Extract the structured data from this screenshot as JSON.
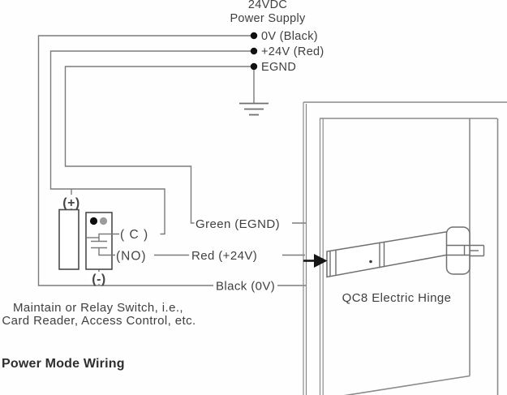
{
  "diagram": {
    "title": "Power Mode Wiring",
    "power_supply": {
      "title_line1": "24VDC",
      "title_line2": "Power Supply",
      "terminals": [
        "0V (Black)",
        "+24V (Red)",
        "EGND"
      ]
    },
    "switch": {
      "plus_label": "(+)",
      "minus_label": "(-)",
      "common_label": "( C )",
      "normally_open_label": "(NO)",
      "caption_line1": "Maintain or Relay Switch, i.e.,",
      "caption_line2": "Card Reader, Access Control, etc."
    },
    "wires": {
      "green_label": "Green (EGND)",
      "red_label": "Red (+24V)",
      "black_label": "Black (0V)"
    },
    "door": {
      "hinge_label": "QC8 Electric Hinge"
    },
    "colors": {
      "wire_line": "#7b7b7b",
      "text": "#3f3f3f",
      "indicator_black_dot": "#0e0e0e",
      "indicator_gray_dot": "#9b9b9b",
      "arrow": "#161616"
    }
  }
}
